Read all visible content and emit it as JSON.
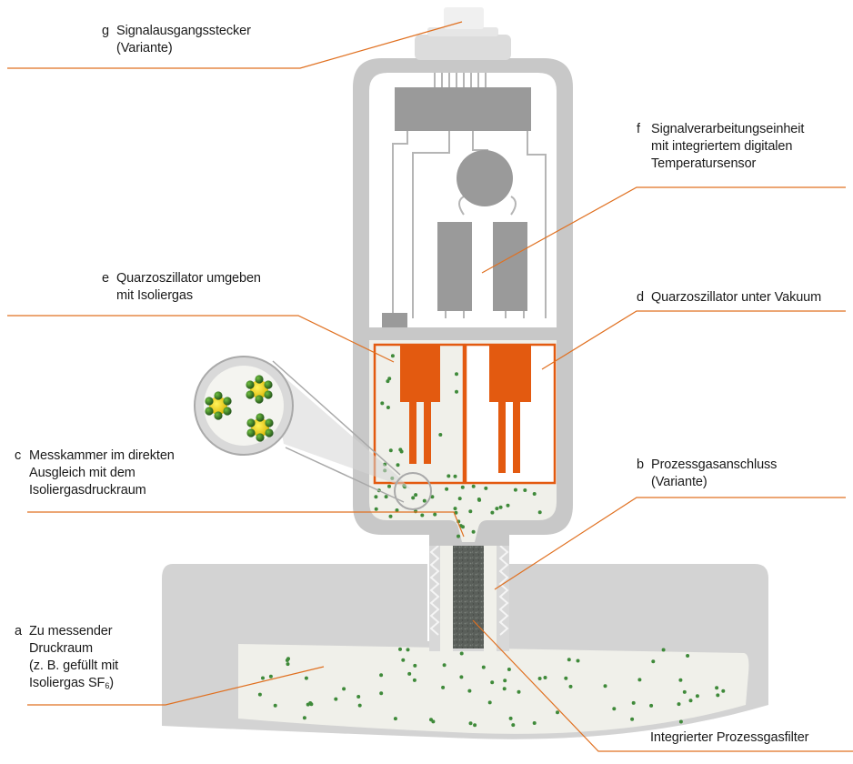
{
  "labels": {
    "g": {
      "letter": "g",
      "line1": "Signalausgangsstecker",
      "line2": "(Variante)"
    },
    "f": {
      "letter": "f",
      "line1": "Signalverarbeitungseinheit",
      "line2": "mit integriertem digitalen",
      "line3": "Temperatursensor"
    },
    "e": {
      "letter": "e",
      "line1": "Quarzoszillator umgeben",
      "line2": "mit Isoliergas"
    },
    "d": {
      "letter": "d",
      "line1": "Quarzoszillator unter Vakuum"
    },
    "c": {
      "letter": "c",
      "line1": "Messkammer im direkten",
      "line2": "Ausgleich mit dem",
      "line3": "Isoliergasdruckraum"
    },
    "b": {
      "letter": "b",
      "line1": "Prozessgasanschluss",
      "line2": "(Variante)"
    },
    "a": {
      "letter": "a",
      "line1": "Zu messender",
      "line2": "Druckraum",
      "line3": "(z. B. gefüllt mit",
      "line4_prefix": "Isoliergas SF",
      "line4_sub": "6",
      "line4_suffix": ")"
    },
    "filter": {
      "line1": "Integrierter Prozessgasfilter"
    }
  },
  "colors": {
    "housing": "#c8c8c8",
    "interior": "#ffffff",
    "component": "#9a9a9a",
    "oscillator": "#e35a10",
    "gas_fill": "#f0f0ea",
    "gas_dot": "#3f8a3a",
    "leader_line": "#e07020",
    "filter": "#5a5f5a",
    "base": "#d3d3d3",
    "molecule_core": "#f0d000",
    "molecule_atom": "#2f6a22"
  }
}
